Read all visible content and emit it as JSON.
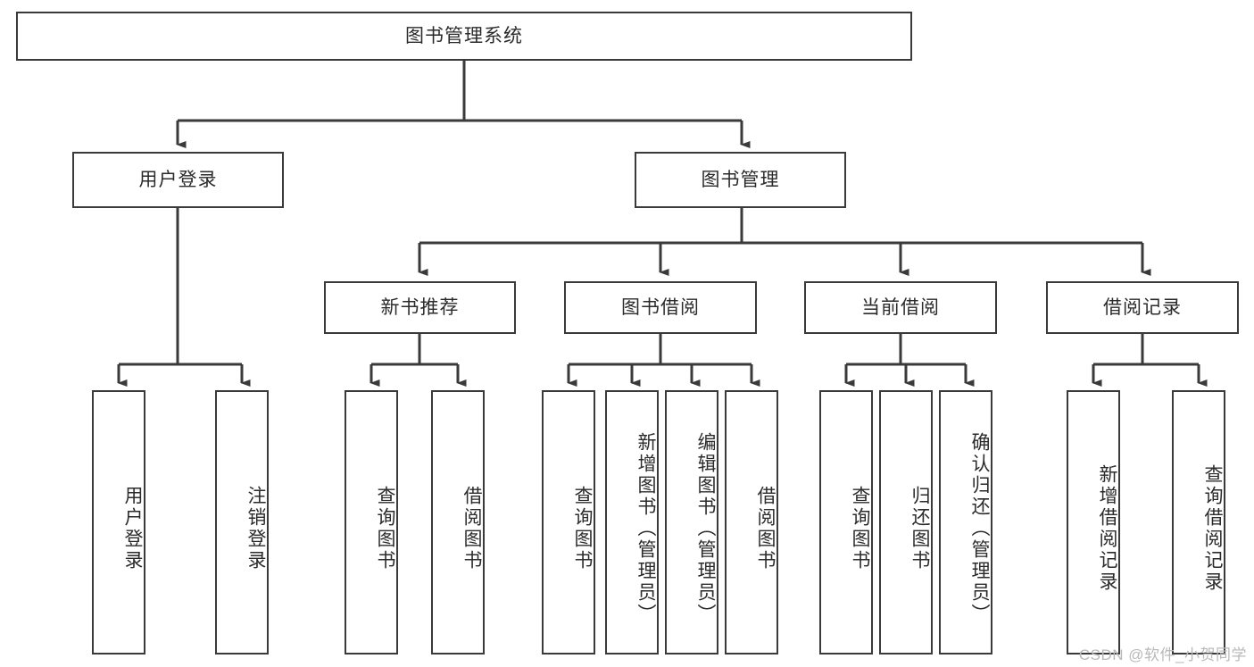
{
  "diagram": {
    "title": "图书管理系统",
    "type": "hierarchy-tree",
    "stroke_color": "#3a3a3a",
    "fill_color": "#ffffff",
    "text_color": "#2b2b2b",
    "watermark": "CSDN @软件_小贺同学",
    "root": {
      "label": "图书管理系统"
    },
    "level2": [
      {
        "label": "用户登录"
      },
      {
        "label": "图书管理"
      }
    ],
    "level3": [
      {
        "label": "新书推荐"
      },
      {
        "label": "图书借阅"
      },
      {
        "label": "当前借阅"
      },
      {
        "label": "借阅记录"
      }
    ],
    "leaves": {
      "user_login": [
        {
          "label": "用户登录"
        },
        {
          "label": "注销登录"
        }
      ],
      "new_book_recommend": [
        {
          "label": "查询图书"
        },
        {
          "label": "借阅图书"
        }
      ],
      "book_borrow": [
        {
          "label": "查询图书"
        },
        {
          "label": "新增图书（管理员）"
        },
        {
          "label": "编辑图书（管理员）"
        },
        {
          "label": "借阅图书"
        }
      ],
      "current_borrow": [
        {
          "label": "查询图书"
        },
        {
          "label": "归还图书"
        },
        {
          "label": "确认归还（管理员）"
        }
      ],
      "borrow_record": [
        {
          "label": "新增借阅记录"
        },
        {
          "label": "查询借阅记录"
        }
      ]
    }
  }
}
